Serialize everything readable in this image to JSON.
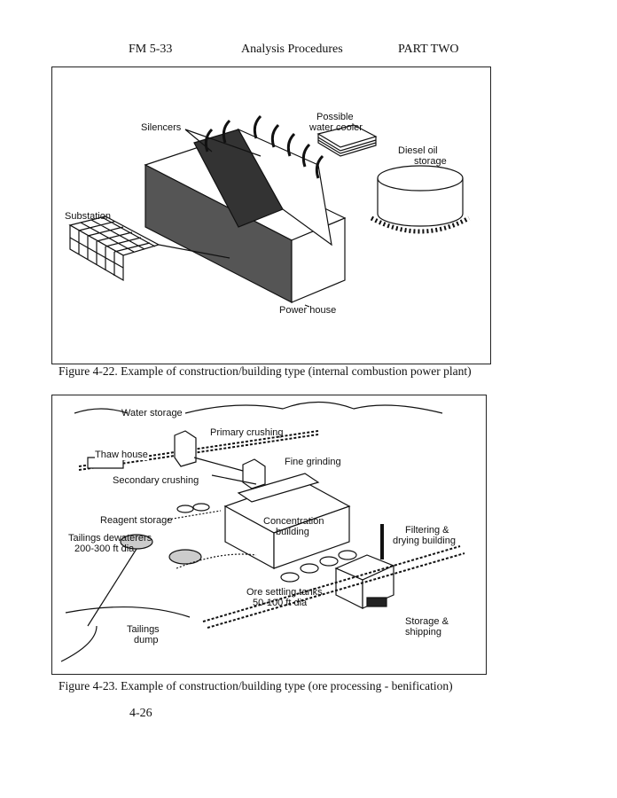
{
  "header": {
    "left": "FM 5-33",
    "center": "Analysis Procedures",
    "right": "PART TWO"
  },
  "figure1": {
    "caption": "Figure 4-22.  Example of construction/building type (internal combustion power plant)",
    "labels": {
      "silencers": "Silencers",
      "water_cooler_1": "Possible",
      "water_cooler_2": "water cooler",
      "diesel_1": "Diesel oil",
      "diesel_2": "storage",
      "substation": "Substation",
      "power_house": "Power house"
    }
  },
  "figure2": {
    "caption": "Figure 4-23.  Example of construction/building type (ore processing - benification)",
    "labels": {
      "water_storage": "Water storage",
      "primary_crushing": "Primary crushing",
      "thaw_house": "Thaw house",
      "fine_grinding": "Fine grinding",
      "secondary_crushing": "Secondary crushing",
      "reagent_storage": "Reagent storage",
      "concentration_1": "Concentration",
      "concentration_2": "building",
      "tailings_dew_1": "Tailings dewaterers",
      "tailings_dew_2": "200-300 ft dia",
      "filtering_1": "Filtering &",
      "filtering_2": "drying building",
      "ore_tanks_1": "Ore settling tanks",
      "ore_tanks_2": "50-100 ft dia",
      "tailings_dump_1": "Tailings",
      "tailings_dump_2": "dump",
      "storage_1": "Storage &",
      "storage_2": "shipping"
    }
  },
  "footer": {
    "page_number": "4-26"
  }
}
